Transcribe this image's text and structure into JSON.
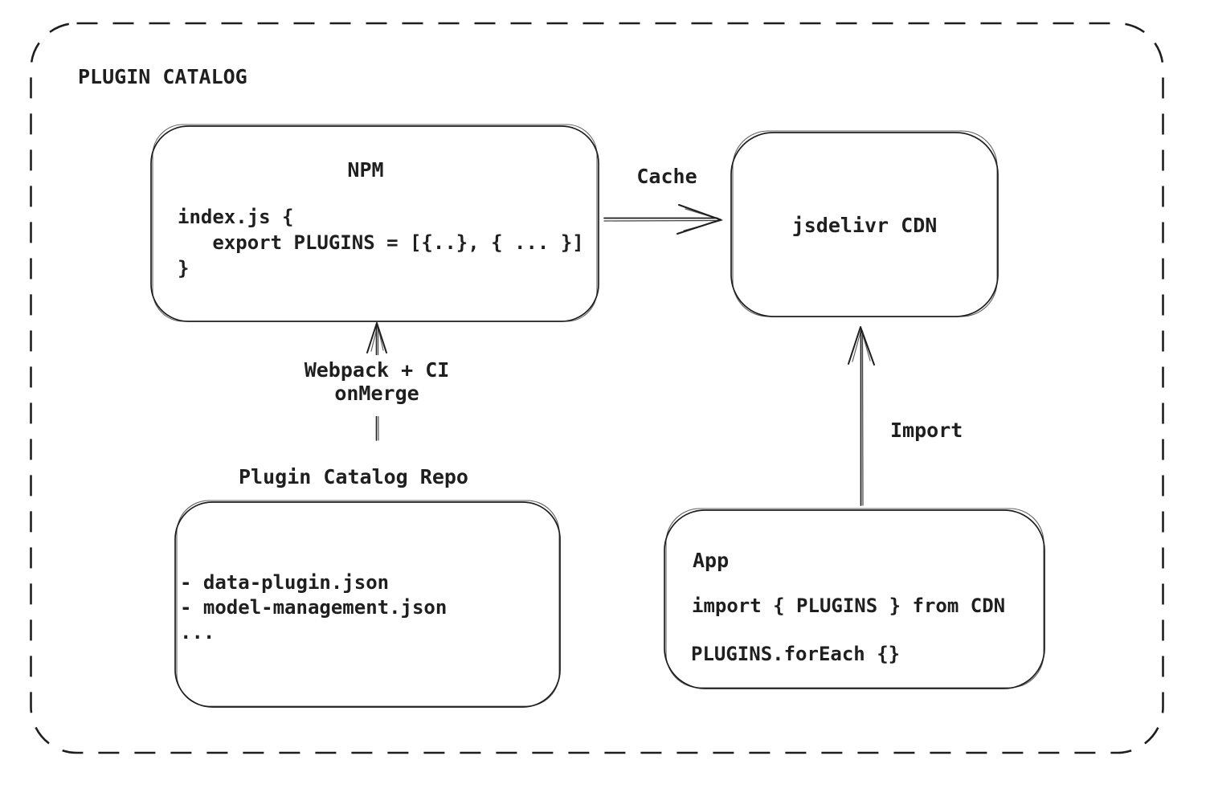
{
  "colors": {
    "stroke": "#1e1e1e",
    "text": "#1f1f1f",
    "background": "#ffffff"
  },
  "frame": {
    "title": "PLUGIN CATALOG"
  },
  "nodes": {
    "npm": {
      "title": "NPM",
      "code": "index.js {\n   export PLUGINS = [{..}, { ... }]\n}"
    },
    "cdn": {
      "title": "jsdelivr CDN"
    },
    "repo": {
      "heading": "Plugin Catalog Repo",
      "files": "- data-plugin.json\n- model-management.json\n..."
    },
    "app": {
      "title": "App",
      "import_line": "import { PLUGINS } from CDN",
      "foreach_line": "PLUGINS.forEach {}"
    }
  },
  "edges": {
    "cache": {
      "label": "Cache",
      "from": "NPM",
      "to": "jsdelivr CDN"
    },
    "build": {
      "label": "Webpack + CI\nonMerge",
      "from": "Plugin Catalog Repo",
      "to": "NPM"
    },
    "import": {
      "label": "Import",
      "from": "App",
      "to": "jsdelivr CDN"
    }
  }
}
